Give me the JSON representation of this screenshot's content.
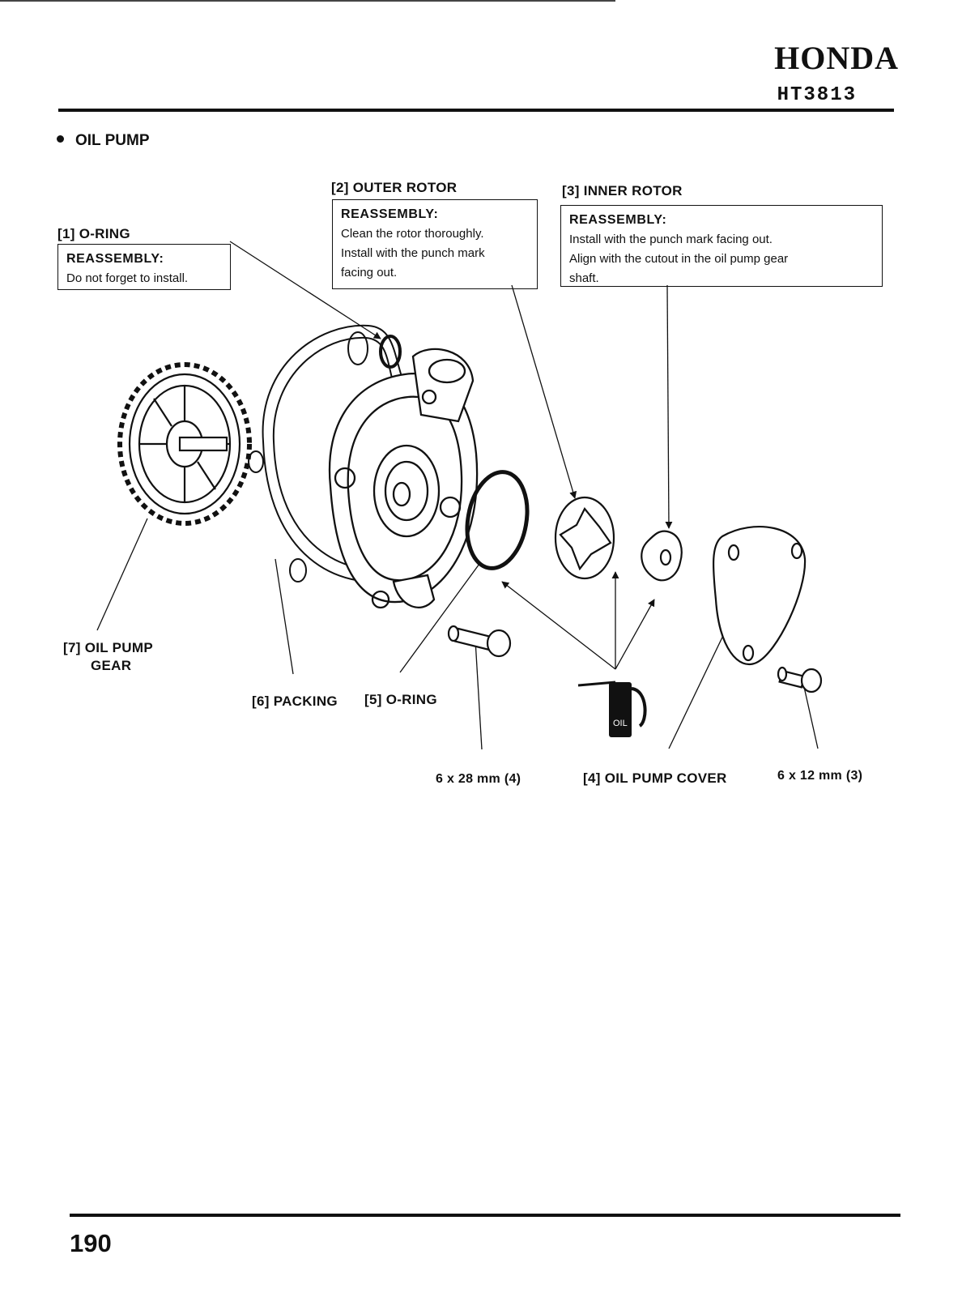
{
  "header": {
    "brand": "HONDA",
    "model": "HT3813"
  },
  "section_title": "OIL PUMP",
  "callouts": {
    "o_ring_1": {
      "label": "[1] O-RING",
      "heading": "REASSEMBLY:",
      "lines": [
        "Do not forget to install."
      ]
    },
    "outer_rotor": {
      "label": "[2] OUTER ROTOR",
      "heading": "REASSEMBLY:",
      "lines": [
        "Clean the rotor thoroughly.",
        "Install with the punch mark",
        "facing out."
      ]
    },
    "inner_rotor": {
      "label": "[3] INNER ROTOR",
      "heading": "REASSEMBLY:",
      "lines": [
        "Install with the punch mark facing out.",
        "Align with the cutout in the oil pump gear",
        "shaft."
      ]
    }
  },
  "labels": {
    "oil_pump_gear_1": "[7] OIL PUMP",
    "oil_pump_gear_2": "GEAR",
    "packing": "[6] PACKING",
    "o_ring_5": "[5] O-RING",
    "bolt_28": "6 x 28 mm (4)",
    "oil_pump_cover": "[4] OIL PUMP COVER",
    "bolt_12": "6 x 12 mm (3)",
    "oil_can": "OIL"
  },
  "colors": {
    "ink": "#111111",
    "paper": "#ffffff"
  },
  "page_number": "190"
}
